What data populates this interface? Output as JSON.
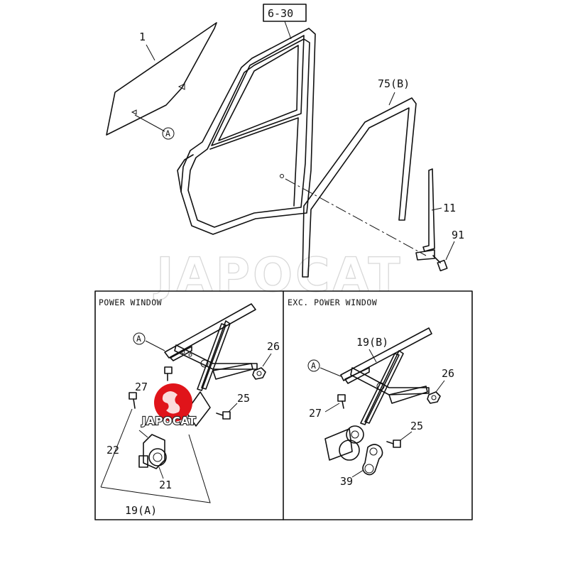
{
  "ref_box": "6-30",
  "panels": {
    "left_title": "POWER WINDOW",
    "right_title": "EXC. POWER WINDOW"
  },
  "callouts": {
    "glass": "1",
    "channel": "75(B)",
    "run": "11",
    "bolt_top": "91",
    "ref_A_glass": "A",
    "pw_ref_A": "A",
    "pw_nut": "26",
    "pw_bolt_27": "27",
    "pw_bolt_25": "25",
    "pw_22": "22",
    "pw_21": "21",
    "pw_regulator": "19(A)",
    "man_regulator": "19(B)",
    "man_ref_A": "A",
    "man_nut": "26",
    "man_bolt_27": "27",
    "man_bolt_25": "25",
    "man_handle": "39"
  },
  "watermark": "JAPOCAT",
  "logo": {
    "text": "JAPOCAT",
    "color": "#e0141a"
  },
  "colors": {
    "line": "#111111",
    "watermark": "#c8c8c8",
    "logo_red": "#e0141a"
  }
}
